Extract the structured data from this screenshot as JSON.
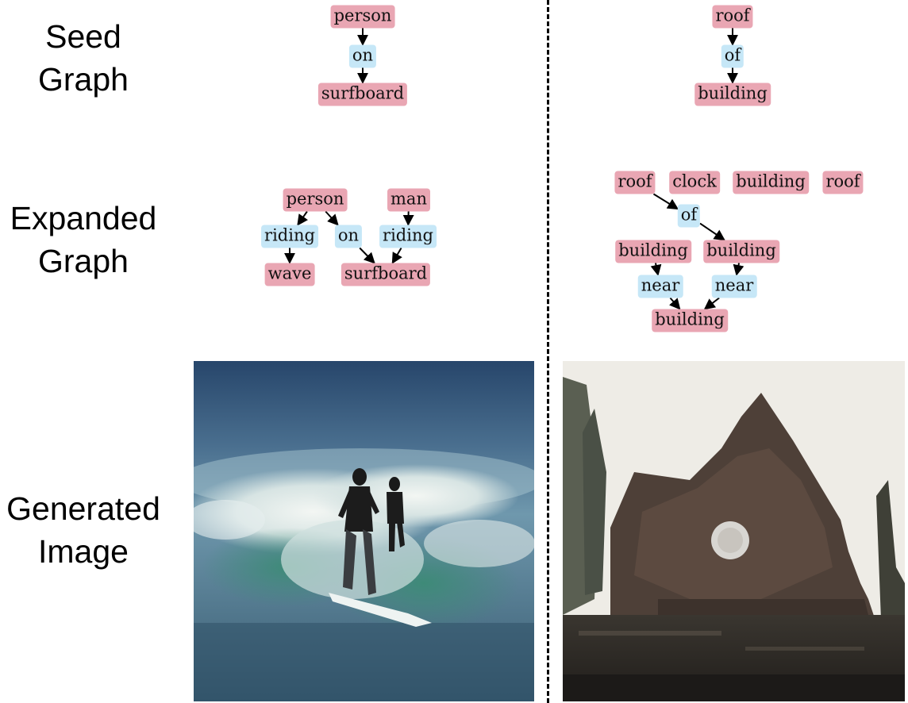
{
  "row_labels": {
    "seed": [
      "Seed",
      "Graph"
    ],
    "expanded": [
      "Expanded",
      "Graph"
    ],
    "generated": [
      "Generated",
      "Image"
    ]
  },
  "graphs": {
    "seed_left": {
      "nodes": [
        {
          "id": "p",
          "label": "person",
          "kind": "object"
        },
        {
          "id": "o",
          "label": "on",
          "kind": "relation"
        },
        {
          "id": "s",
          "label": "surfboard",
          "kind": "object"
        }
      ],
      "edges": [
        [
          "p",
          "o"
        ],
        [
          "o",
          "s"
        ]
      ]
    },
    "seed_right": {
      "nodes": [
        {
          "id": "r",
          "label": "roof",
          "kind": "object"
        },
        {
          "id": "of",
          "label": "of",
          "kind": "relation"
        },
        {
          "id": "b",
          "label": "building",
          "kind": "object"
        }
      ],
      "edges": [
        [
          "r",
          "of"
        ],
        [
          "of",
          "b"
        ]
      ]
    },
    "expanded_left": {
      "nodes": [
        {
          "id": "person",
          "label": "person",
          "kind": "object"
        },
        {
          "id": "man",
          "label": "man",
          "kind": "object"
        },
        {
          "id": "riding1",
          "label": "riding",
          "kind": "relation"
        },
        {
          "id": "on",
          "label": "on",
          "kind": "relation"
        },
        {
          "id": "riding2",
          "label": "riding",
          "kind": "relation"
        },
        {
          "id": "wave",
          "label": "wave",
          "kind": "object"
        },
        {
          "id": "surfboard",
          "label": "surfboard",
          "kind": "object"
        }
      ],
      "edges": [
        [
          "person",
          "riding1"
        ],
        [
          "person",
          "on"
        ],
        [
          "riding1",
          "wave"
        ],
        [
          "on",
          "surfboard"
        ],
        [
          "man",
          "riding2"
        ],
        [
          "riding2",
          "surfboard"
        ]
      ]
    },
    "expanded_right": {
      "nodes": [
        {
          "id": "roof1",
          "label": "roof",
          "kind": "object"
        },
        {
          "id": "clock",
          "label": "clock",
          "kind": "object"
        },
        {
          "id": "building0",
          "label": "building",
          "kind": "object"
        },
        {
          "id": "roof2",
          "label": "roof",
          "kind": "object"
        },
        {
          "id": "of",
          "label": "of",
          "kind": "relation"
        },
        {
          "id": "building1",
          "label": "building",
          "kind": "object"
        },
        {
          "id": "building2",
          "label": "building",
          "kind": "object"
        },
        {
          "id": "near1",
          "label": "near",
          "kind": "relation"
        },
        {
          "id": "near2",
          "label": "near",
          "kind": "relation"
        },
        {
          "id": "building3",
          "label": "building",
          "kind": "object"
        }
      ],
      "edges": [
        [
          "roof1",
          "of"
        ],
        [
          "of",
          "building2"
        ],
        [
          "building1",
          "near1"
        ],
        [
          "building2",
          "near2"
        ],
        [
          "near1",
          "building3"
        ],
        [
          "near2",
          "building3"
        ]
      ]
    }
  },
  "images": {
    "left": "generated-surfers-image",
    "right": "generated-church-image"
  },
  "colors": {
    "object": "#e9a6b3",
    "relation": "#c6e7f7"
  }
}
